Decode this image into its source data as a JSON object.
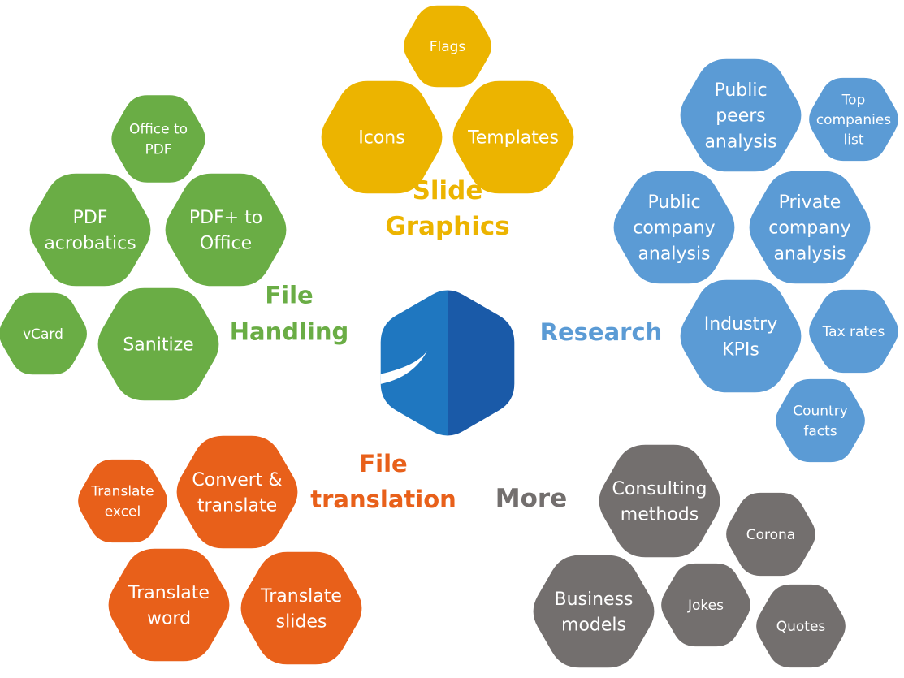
{
  "colors": {
    "green": "#6aad45",
    "yellow": "#ecb400",
    "blue": "#5b9bd5",
    "orange": "#e8601a",
    "gray": "#736f6e",
    "logo_left": "#1f77c0",
    "logo_right": "#1a5aa8"
  },
  "groups": {
    "slide_graphics": {
      "title": [
        "Slide",
        "Graphics"
      ],
      "color": "#ecb400",
      "items": [
        {
          "label": [
            "Flags"
          ]
        },
        {
          "label": [
            "Icons"
          ]
        },
        {
          "label": [
            "Templates"
          ]
        }
      ]
    },
    "file_handling": {
      "title": [
        "File",
        "Handling"
      ],
      "color": "#6aad45",
      "items": [
        {
          "label": [
            "Office to",
            "PDF"
          ]
        },
        {
          "label": [
            "PDF",
            "acrobatics"
          ]
        },
        {
          "label": [
            "PDF+ to",
            "Office"
          ]
        },
        {
          "label": [
            "vCard"
          ]
        },
        {
          "label": [
            "Sanitize"
          ]
        }
      ]
    },
    "research": {
      "title": [
        "Research"
      ],
      "color": "#5b9bd5",
      "items": [
        {
          "label": [
            "Public",
            "peers",
            "analysis"
          ]
        },
        {
          "label": [
            "Top",
            "companies",
            "list"
          ]
        },
        {
          "label": [
            "Public",
            "company",
            "analysis"
          ]
        },
        {
          "label": [
            "Private",
            "company",
            "analysis"
          ]
        },
        {
          "label": [
            "Industry",
            "KPIs"
          ]
        },
        {
          "label": [
            "Tax rates"
          ]
        },
        {
          "label": [
            "Country",
            "facts"
          ]
        }
      ]
    },
    "file_translation": {
      "title": [
        "File",
        "translation"
      ],
      "color": "#e8601a",
      "items": [
        {
          "label": [
            "Translate",
            "excel"
          ]
        },
        {
          "label": [
            "Convert &",
            "translate"
          ]
        },
        {
          "label": [
            "Translate",
            "word"
          ]
        },
        {
          "label": [
            "Translate",
            "slides"
          ]
        }
      ]
    },
    "more": {
      "title": [
        "More"
      ],
      "color": "#736f6e",
      "items": [
        {
          "label": [
            "Consulting",
            "methods"
          ]
        },
        {
          "label": [
            "Corona"
          ]
        },
        {
          "label": [
            "Business",
            "models"
          ]
        },
        {
          "label": [
            "Jokes"
          ]
        },
        {
          "label": [
            "Quotes"
          ]
        }
      ]
    }
  }
}
